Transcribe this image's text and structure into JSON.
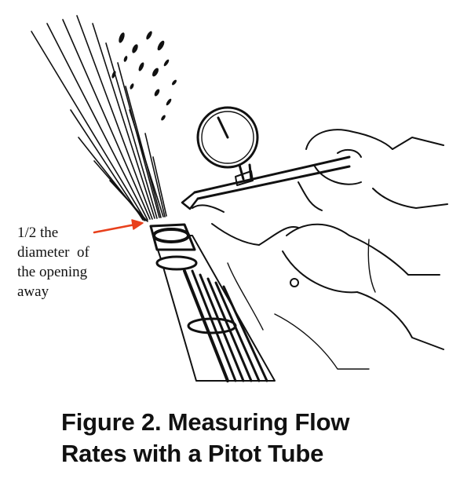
{
  "annotation": {
    "lines": [
      "1/2 the",
      "diameter  of",
      "the opening",
      "away"
    ],
    "arrow_color": "#e8401c"
  },
  "caption": {
    "lines": [
      "Figure 2. Measuring Flow",
      "Rates with a Pitot Tube"
    ]
  },
  "colors": {
    "ink": "#111111",
    "background": "#ffffff"
  }
}
